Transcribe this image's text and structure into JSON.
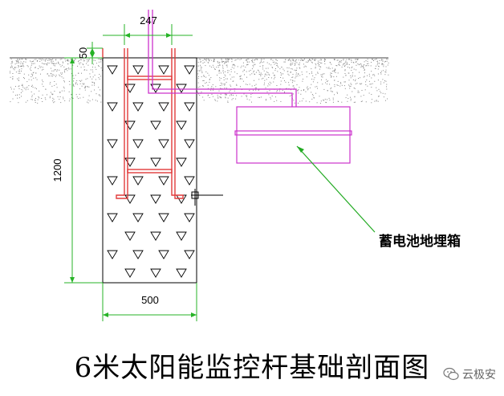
{
  "drawing": {
    "dimensions": {
      "pole_width": "247",
      "top_offset": "50",
      "depth": "1200",
      "base_width": "500"
    },
    "callout": "蓄电池地埋箱"
  },
  "title": "6米太阳能监控杆基础剖面图",
  "watermark": {
    "text": "云极安",
    "icon": "wechat-logo-icon"
  },
  "colors": {
    "soil": "#888888",
    "concrete_outline": "#000000",
    "rebar": "#e23b3b",
    "conduit": "#cc33cc",
    "dimension": "#27b327",
    "callout_line": "#22aa22"
  }
}
